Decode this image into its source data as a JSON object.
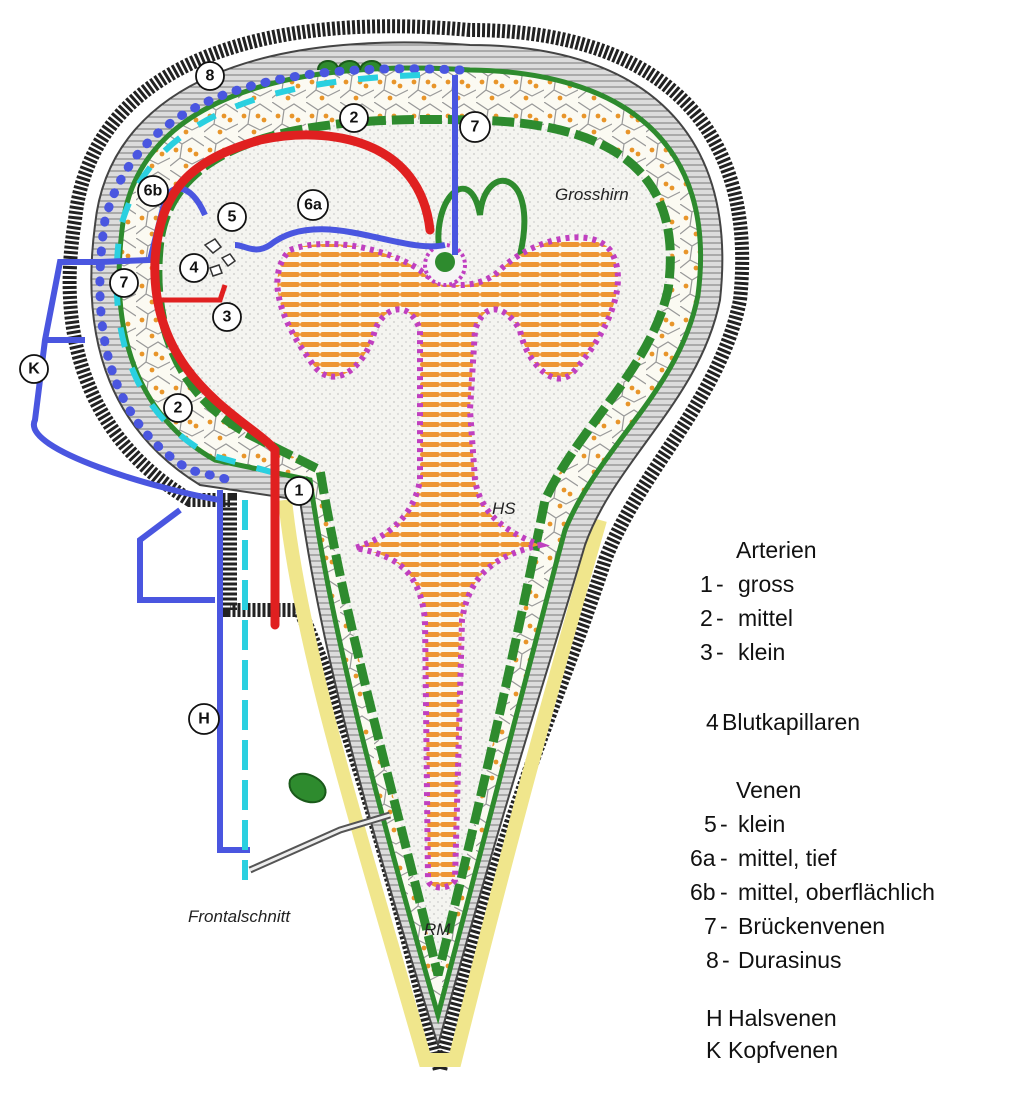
{
  "labels": {
    "grosshirn": "Grosshirn",
    "hs": "HS",
    "rm": "RM",
    "frontalschnitt": "Frontalschnitt"
  },
  "badges": [
    "1",
    "2",
    "2",
    "3",
    "4",
    "5",
    "6a",
    "6b",
    "7",
    "7",
    "8",
    "H",
    "K"
  ],
  "legend": {
    "arterien_heading": "Arterien",
    "arterien": [
      {
        "num": "1",
        "sep": "-",
        "text": "gross"
      },
      {
        "num": "2",
        "sep": "-",
        "text": "mittel"
      },
      {
        "num": "3",
        "sep": "-",
        "text": "klein"
      }
    ],
    "kapillaren": {
      "num": "4",
      "text": "Blutkapillaren"
    },
    "venen_heading": "Venen",
    "venen": [
      {
        "num": "5",
        "sep": "-",
        "text": "klein"
      },
      {
        "num": "6a",
        "sep": "-",
        "text": "mittel, tief"
      },
      {
        "num": "6b",
        "sep": "-",
        "text": "mittel, oberflächlich"
      },
      {
        "num": "7",
        "sep": "-",
        "text": "Brückenvenen"
      },
      {
        "num": "8",
        "sep": "-",
        "text": "Durasinus"
      }
    ],
    "extra": [
      {
        "num": "H",
        "text": "Halsvenen"
      },
      {
        "num": "K",
        "text": "Kopfvenen"
      }
    ]
  },
  "colors": {
    "artery": "#e02020",
    "vein": "#4a56e0",
    "sinus": "#2ad0e0",
    "pia": "#2e8b2e",
    "csf": "#f0a040",
    "choroid": "#c040c0",
    "bone": "#888888",
    "periost": "#f0e68c"
  }
}
